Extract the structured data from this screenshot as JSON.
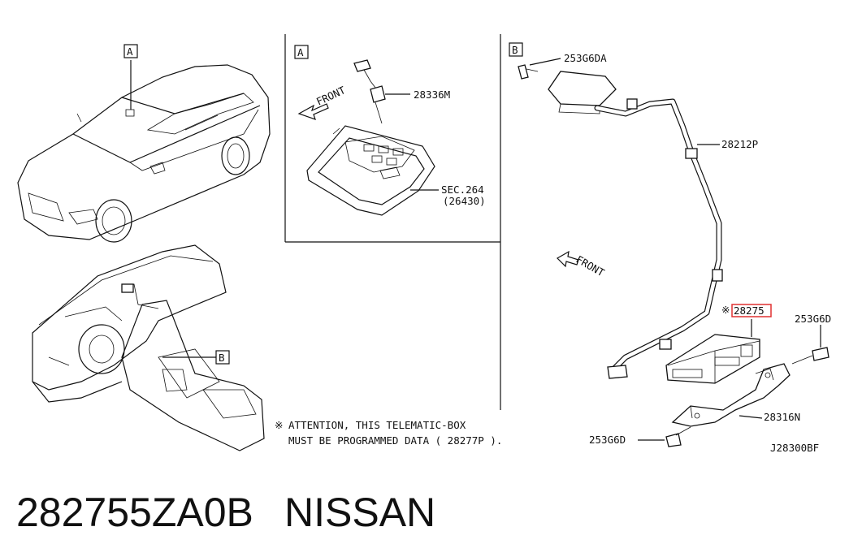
{
  "panel_a_tag": "A",
  "panel_b_tag": "B",
  "callout_a_tag": "A",
  "callout_b_tag": "B",
  "front_label_a": "FRONT",
  "front_label_b": "FRONT",
  "parts": {
    "p28336m": "28336M",
    "sec264": "SEC.264",
    "sec264_sub": "(26430)",
    "p253g6da": "253G6DA",
    "p28212p": "28212P",
    "p28275": "28275",
    "p253g6d_right": "253G6D",
    "p28316n": "28316N",
    "p253g6d_bottom": "253G6D"
  },
  "attention_mark": "※",
  "part_mark": "※",
  "attention_line1": "ATTENTION, THIS TELEMATIC-BOX",
  "attention_line2": "MUST BE PROGRAMMED DATA ( 28277P ).",
  "diagram_code": "J28300BF",
  "part_number": "282755ZA0B",
  "brand": "NISSAN",
  "colors": {
    "highlight": "#e03030",
    "ink": "#111111"
  }
}
